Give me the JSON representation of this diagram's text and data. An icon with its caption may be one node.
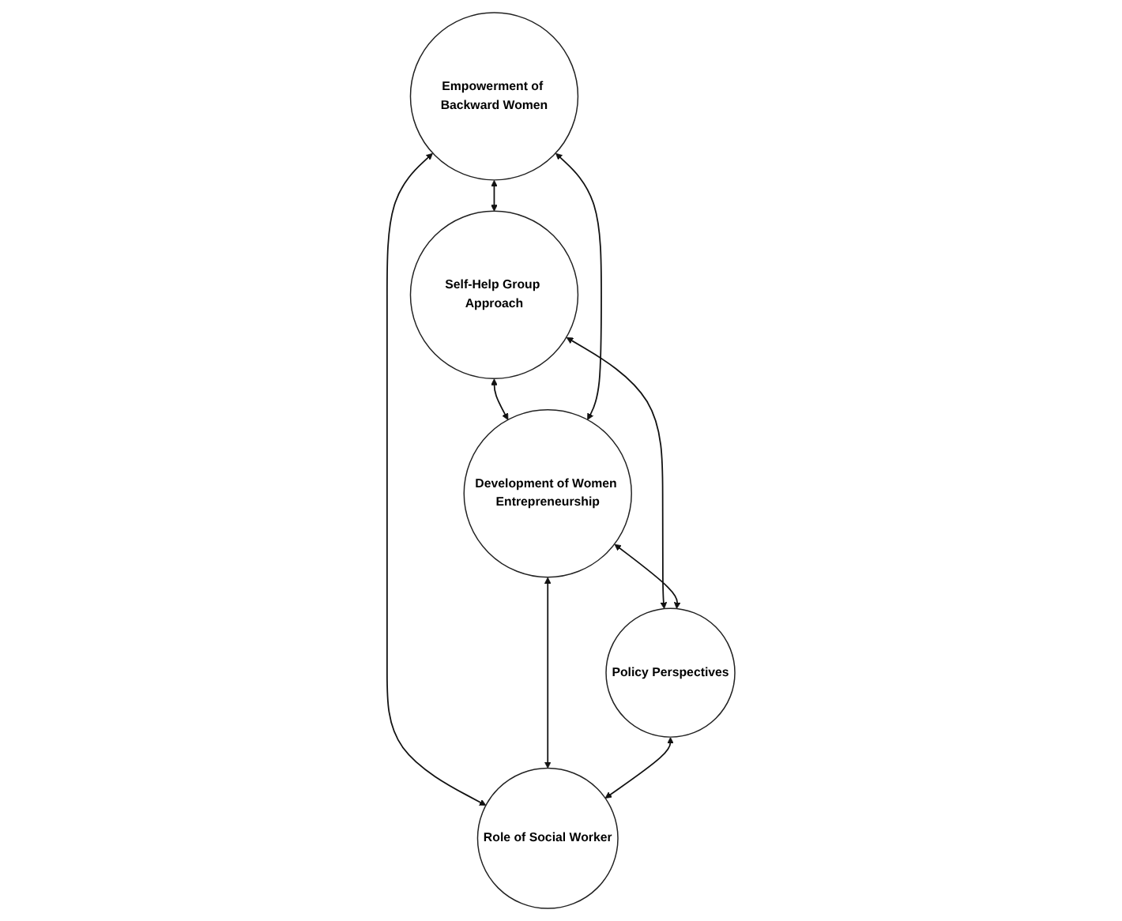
{
  "diagram": {
    "nodes": [
      {
        "text": [
          "Self-Help Group Approach"
        ]
      },
      {
        "text": [
          "Empowerment of Backward Women"
        ]
      },
      {
        "text": [
          "Development of Women Entrepreneurship"
        ]
      },
      {
        "text": [
          "Policy Perspectives"
        ]
      },
      {
        "text": [
          "Role of Social Worker"
        ]
      }
    ],
    "edges": [
      {
        "from": 0,
        "to": 2,
        "arrow": "both"
      },
      {
        "from": 1,
        "to": 0,
        "arrow": "both"
      },
      {
        "from": 0,
        "to": 3,
        "arrow": "both"
      },
      {
        "from": 1,
        "to": 2,
        "arrow": "both"
      },
      {
        "from": 2,
        "to": 3,
        "arrow": "both"
      },
      {
        "from": 1,
        "to": 4,
        "arrow": "both"
      },
      {
        "from": 2,
        "to": 4,
        "arrow": "both"
      },
      {
        "from": 3,
        "to": 4,
        "arrow": "both"
      }
    ]
  }
}
